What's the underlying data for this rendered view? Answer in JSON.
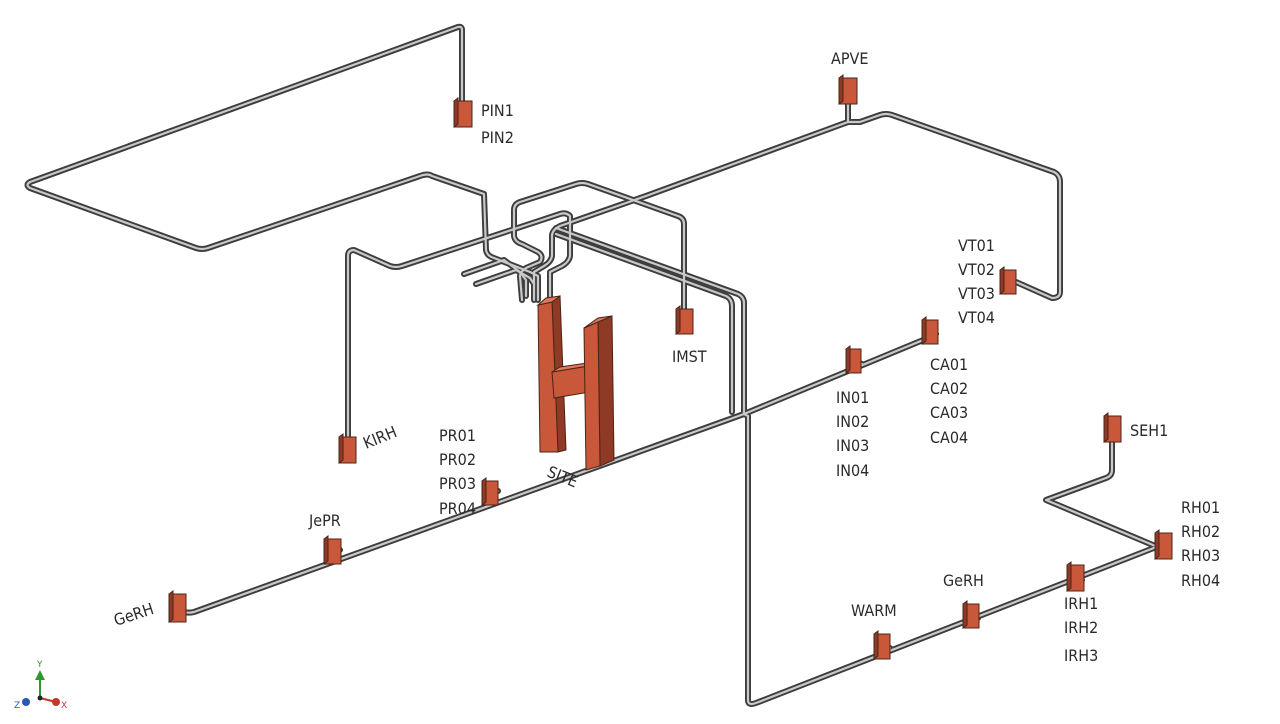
{
  "labels": {
    "pin": [
      "PIN1",
      "PIN2"
    ],
    "apve": "APVE",
    "vt": [
      "VT01",
      "VT02",
      "VT03",
      "VT04"
    ],
    "imst": "IMST",
    "in": [
      "IN01",
      "IN02",
      "IN03",
      "IN04"
    ],
    "ca": [
      "CA01",
      "CA02",
      "CA03",
      "CA04"
    ],
    "kirh": "KIRH",
    "pr": [
      "PR01",
      "PR02",
      "PR03",
      "PR04"
    ],
    "site": "SITE",
    "jepr": "JePR",
    "gerh_left": "GeRH",
    "seh1": "SEH1",
    "rh": [
      "RH01",
      "RH02",
      "RH03",
      "RH04"
    ],
    "warm": "WARM",
    "gerh_right": "GeRH",
    "irh": [
      "IRH1",
      "IRH2",
      "IRH3"
    ]
  },
  "axis_triad": {
    "y": "Y",
    "z": "Z",
    "x": "X"
  },
  "colors": {
    "equipment": "#c9573a",
    "pipe": "#3d3d3d",
    "pipe_highlight": "#c9c9c9"
  }
}
